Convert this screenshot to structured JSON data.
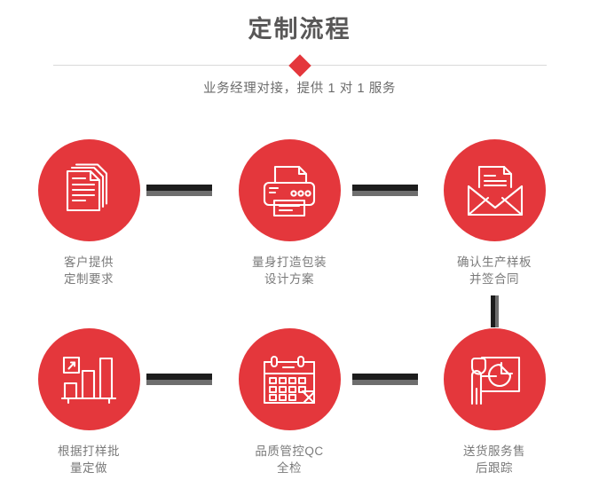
{
  "header": {
    "title": "定制流程",
    "subtitle": "业务经理对接，提供 1 对 1 服务",
    "divider_icon": "diamond-marker"
  },
  "colors": {
    "accent_red": "#e4373c",
    "title_gray": "#585757",
    "label_gray": "#7a7a7a",
    "connector_dark": "#1d1d1d",
    "connector_light": "#6e6e6e",
    "divider_line": "#d9d9d9",
    "background": "#ffffff"
  },
  "flow": {
    "steps": [
      {
        "index": 1,
        "icon": "documents-stack-icon",
        "label": "客户提供\n定制要求"
      },
      {
        "index": 2,
        "icon": "printer-icon",
        "label": "量身打造包装\n设计方案"
      },
      {
        "index": 3,
        "icon": "envelope-letter-icon",
        "label": "确认生产样板\n并签合同"
      },
      {
        "index": 4,
        "icon": "bar-chart-growth-icon",
        "label": "根据打样批\n量定做"
      },
      {
        "index": 5,
        "icon": "calendar-check-icon",
        "label": "品质管控QC\n全检"
      },
      {
        "index": 6,
        "icon": "presenter-pie-chart-icon",
        "label": "送货服务售\n后跟踪"
      }
    ],
    "connectors": [
      {
        "name": "connector-step1-step2",
        "orientation": "horizontal"
      },
      {
        "name": "connector-step2-step3",
        "orientation": "horizontal"
      },
      {
        "name": "connector-step3-step6",
        "orientation": "vertical"
      },
      {
        "name": "connector-step4-step5",
        "orientation": "horizontal"
      },
      {
        "name": "connector-step5-step6",
        "orientation": "horizontal"
      }
    ]
  }
}
